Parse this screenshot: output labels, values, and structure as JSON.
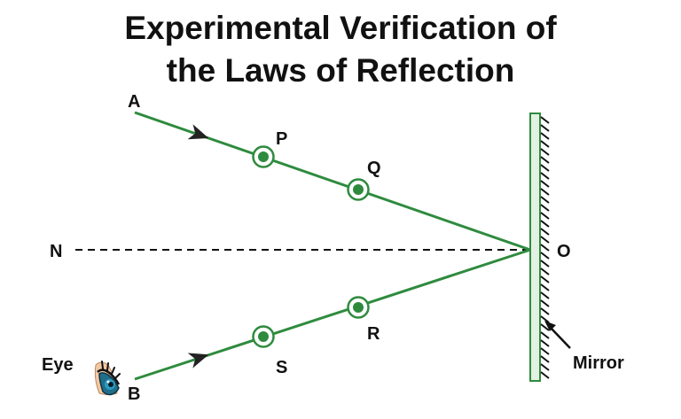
{
  "title": {
    "line1": "Experimental Verification of",
    "line2": "the Laws of Reflection"
  },
  "labels": {
    "A": "A",
    "P": "P",
    "Q": "Q",
    "N": "N",
    "O": "O",
    "R": "R",
    "S": "S",
    "B": "B",
    "eye": "Eye",
    "mirror": "Mirror"
  },
  "colors": {
    "ray": "#2e8b3e",
    "pin": "#2e8b3e",
    "mirror_fill": "#e3f1e2",
    "mirror_stroke": "#2e8b3e",
    "text": "#111111",
    "normal": "#111111"
  },
  "icons": {
    "eye": "eye-icon",
    "arrow": "arrowhead-icon"
  }
}
